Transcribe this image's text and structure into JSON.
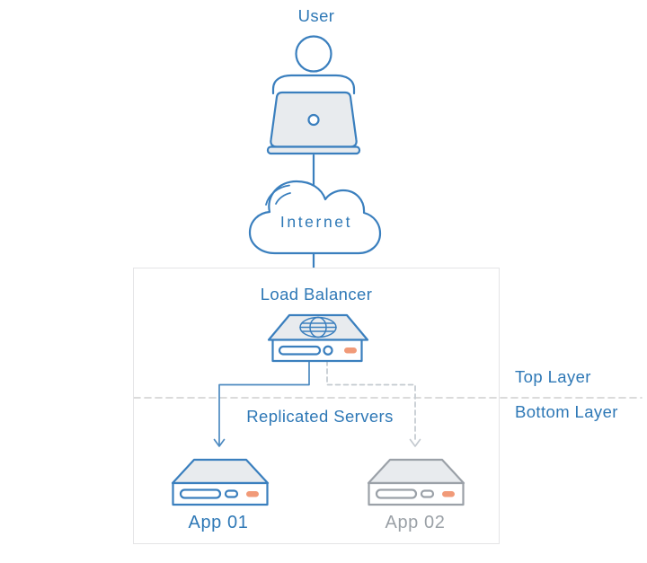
{
  "diagram": {
    "user_label": "User",
    "internet_label": "Internet",
    "box": {
      "load_balancer_label": "Load Balancer",
      "replicated_servers_label": "Replicated Servers",
      "app01_label": "App 01",
      "app02_label": "App 02"
    },
    "layers": {
      "top_label": "Top Layer",
      "bottom_label": "Bottom Layer"
    }
  },
  "icons": {
    "user": "person-at-laptop-icon",
    "internet": "cloud-icon",
    "load_balancer": "load-balancer-server-globe-icon",
    "app01": "server-icon-blue",
    "app02": "server-icon-gray",
    "solid_connector": "solid-arrow-down",
    "dashed_connector": "dashed-arrow-down"
  },
  "colors": {
    "text-blue": "#2e78b6",
    "icon-blue": "#3a7fbe",
    "icon-gray": "#9ba1a8",
    "text-gray": "#9aa0a6",
    "light-fill": "#e8ebee",
    "orange": "#f19a78",
    "solid-arrow": "#4d8ac0",
    "dashed-arrow": "#c4cad0",
    "divider-gray": "#d6d6d6",
    "box-border": "#e4e4e6"
  }
}
